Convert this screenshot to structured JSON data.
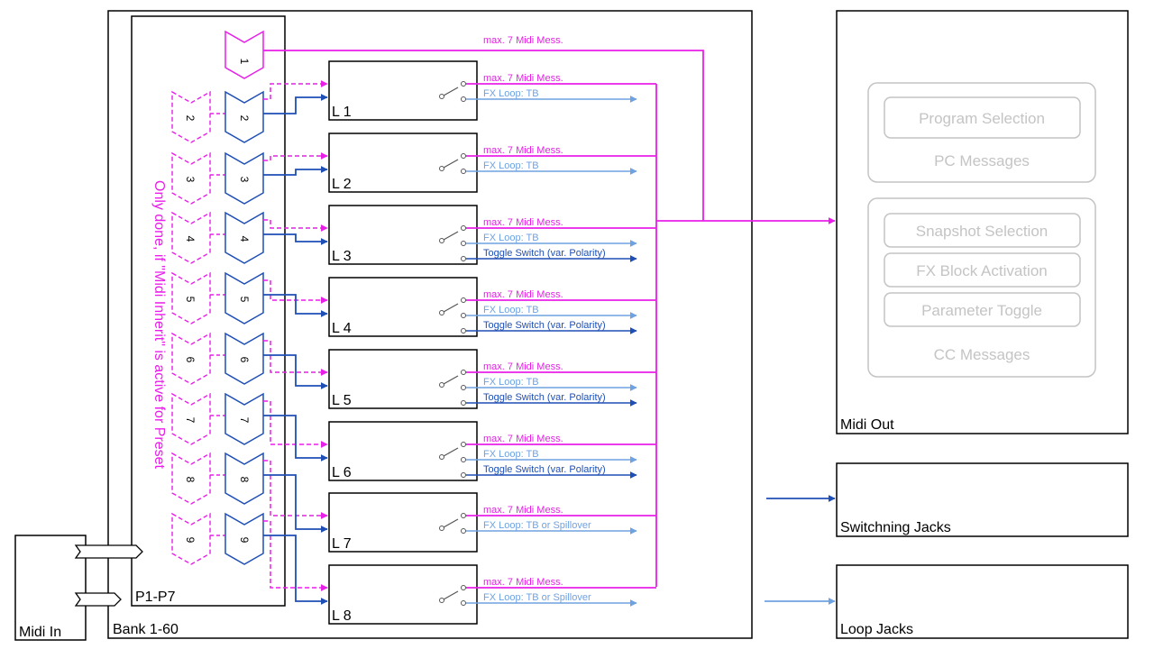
{
  "colors": {
    "magenta": "#e81fe8",
    "dark_blue": "#1f4fb5",
    "light_blue": "#6fa2e0",
    "gray": "#c4c4c4",
    "black": "#000000"
  },
  "midi_in": {
    "label": "Midi In"
  },
  "bank": {
    "label": "Bank 1-60"
  },
  "presets": {
    "label": "P1-P7",
    "note": "Only done, if \"Midi Inherit\" is active for Preset",
    "preset_one": "1",
    "chevrons": [
      "2",
      "3",
      "4",
      "5",
      "6",
      "7",
      "8",
      "9"
    ]
  },
  "top_midi": {
    "label": "max. 7 Midi Mess."
  },
  "loops": [
    {
      "label": "L 1",
      "midi": "max. 7 Midi Mess.",
      "fx": "FX Loop: TB"
    },
    {
      "label": "L 2",
      "midi": "max. 7 Midi Mess.",
      "fx": "FX Loop: TB"
    },
    {
      "label": "L 3",
      "midi": "max. 7 Midi Mess.",
      "fx": "FX Loop: TB",
      "toggle": "Toggle Switch (var. Polarity)"
    },
    {
      "label": "L 4",
      "midi": "max. 7 Midi Mess.",
      "fx": "FX Loop: TB",
      "toggle": "Toggle Switch (var. Polarity)"
    },
    {
      "label": "L 5",
      "midi": "max. 7 Midi Mess.",
      "fx": "FX Loop: TB",
      "toggle": "Toggle Switch (var. Polarity)"
    },
    {
      "label": "L 6",
      "midi": "max. 7 Midi Mess.",
      "fx": "FX Loop: TB",
      "toggle": "Toggle Switch (var. Polarity)"
    },
    {
      "label": "L 7",
      "midi": "max. 7 Midi Mess.",
      "fx": "FX Loop: TB or Spillover"
    },
    {
      "label": "L 8",
      "midi": "max. 7 Midi Mess.",
      "fx": "FX Loop: TB or Spillover"
    }
  ],
  "midi_out": {
    "label": "Midi Out",
    "pc_group": {
      "label": "PC Messages",
      "items": [
        "Program Selection"
      ]
    },
    "cc_group": {
      "label": "CC Messages",
      "items": [
        "Snapshot Selection",
        "FX Block Activation",
        "Parameter Toggle"
      ]
    }
  },
  "switching_jacks": {
    "label": "Switchning Jacks"
  },
  "loop_jacks": {
    "label": "Loop Jacks"
  }
}
